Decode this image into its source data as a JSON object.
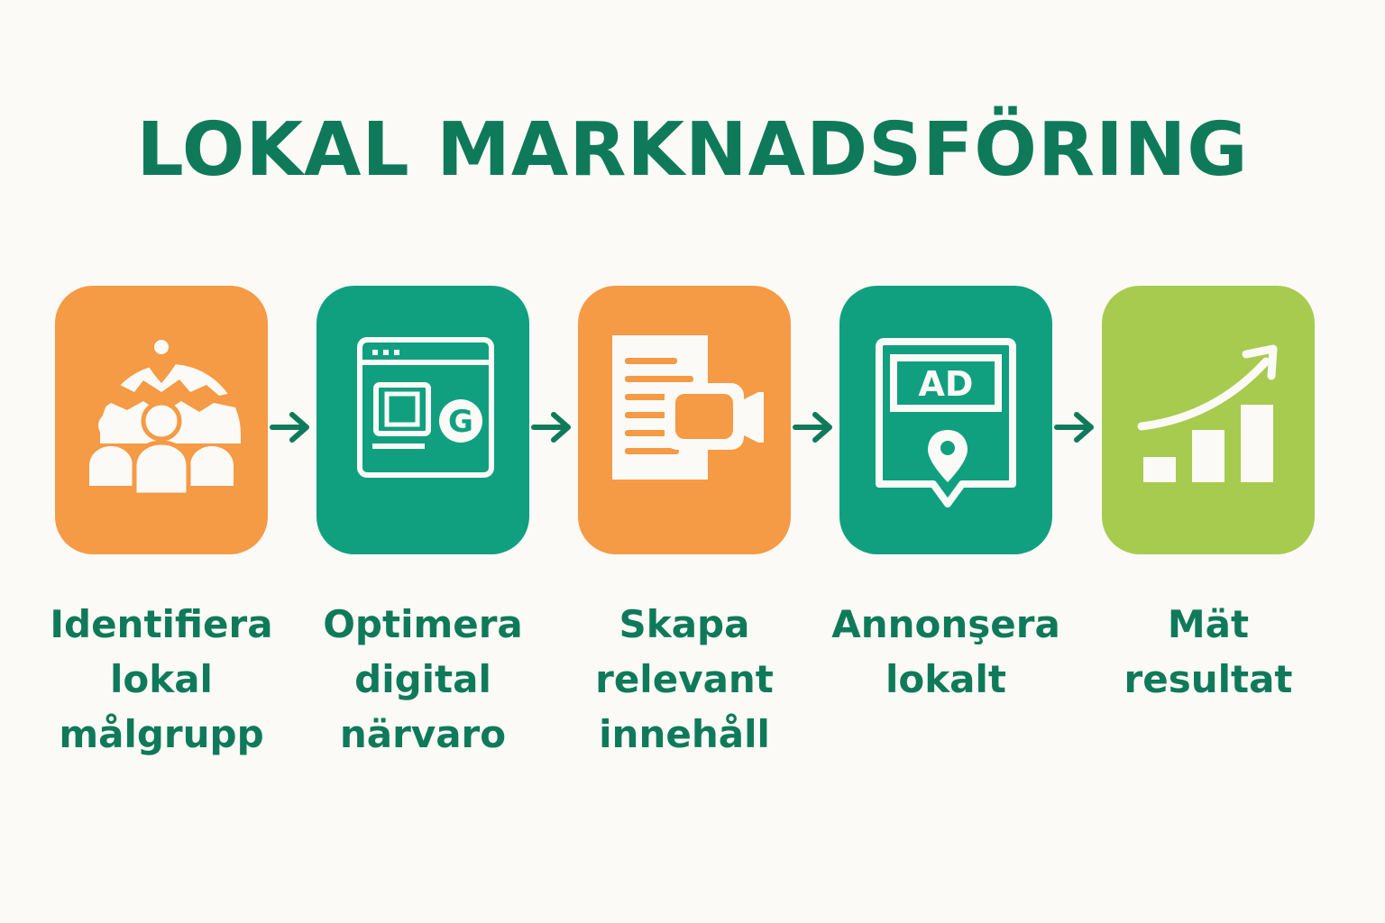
{
  "title": "LOKAL MARKNADSFÖRING",
  "colors": {
    "title": "#0f7a5a",
    "orange": "#f59a45",
    "teal": "#10a080",
    "lime": "#a6cb4e",
    "arrow": "#0f7a5a"
  },
  "steps": [
    {
      "label": "Identifiera\nlokal\nmålgrupp",
      "color": "orange",
      "icon": "local-audience-icon"
    },
    {
      "label": "Optimera\ndigital\nnärvaro",
      "color": "teal",
      "icon": "browser-search-icon"
    },
    {
      "label": "Skapa\nrelevant\ninnehåll",
      "color": "orange",
      "icon": "content-video-icon"
    },
    {
      "label": "Annonşera\nlokalt",
      "color": "teal",
      "icon": "local-ad-icon"
    },
    {
      "label": "Mät\nresultat",
      "color": "lime",
      "icon": "growth-chart-icon"
    }
  ],
  "icons": {
    "ad_badge": "AD",
    "search_letter": "G"
  }
}
